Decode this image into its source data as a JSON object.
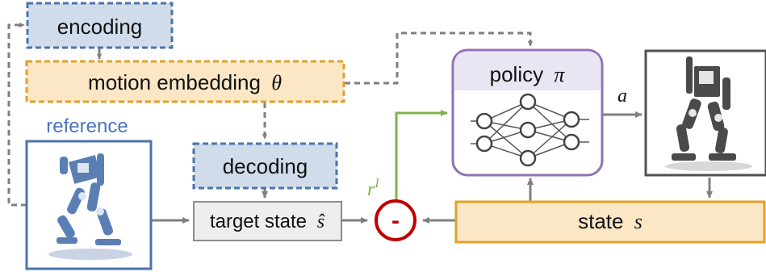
{
  "nodes": {
    "encoding": "encoding",
    "motion_embedding": "motion embedding",
    "motion_embedding_symbol": "θ",
    "reference": "reference",
    "decoding": "decoding",
    "target_state": "target state",
    "target_state_symbol": "ŝ",
    "policy": "policy",
    "policy_symbol": "π",
    "action_symbol": "a",
    "state": "state",
    "state_symbol": "s",
    "reward_symbol": "r",
    "reward_superscript": "I",
    "minus": "-"
  },
  "colors": {
    "blue_fill": "#d0dcea",
    "blue_border": "#4b74ad",
    "orange_fill": "#fbe6c6",
    "orange_border": "#e2a127",
    "gray_fill": "#eeeeee",
    "gray_border": "#8c8c8c",
    "policy_border": "#8e72b5",
    "policy_header": "#eae5f3",
    "arrow_gray": "#808080",
    "dashed_gray": "#7f7f7f",
    "reward_green": "#7fb24d",
    "minus_red": "#c00000",
    "reference_label": "#4a76b8"
  }
}
